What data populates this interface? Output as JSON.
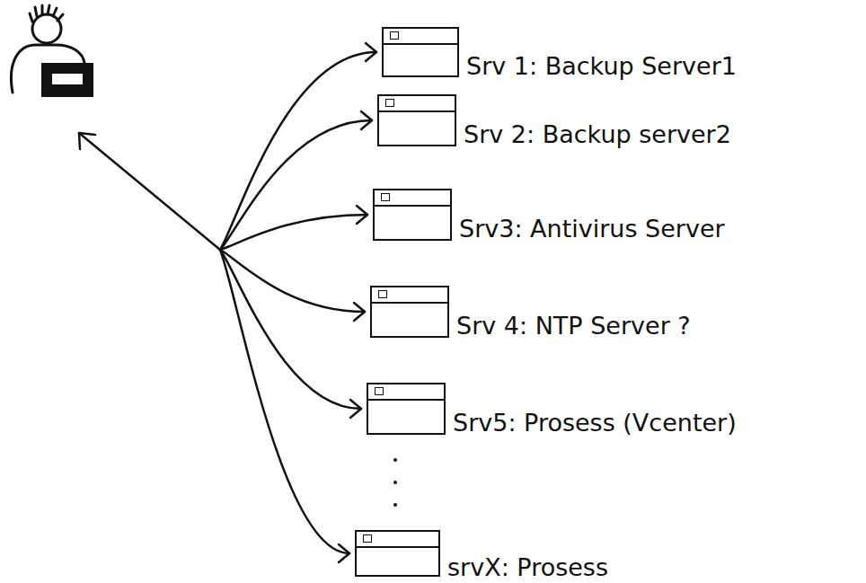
{
  "diagram": {
    "nodes": [
      {
        "text": [
          "Srv 1: Backup Server1"
        ]
      },
      {
        "text": [
          "Srv 2: Backup server2"
        ]
      },
      {
        "text": [
          "Srv3: Antivirus Server"
        ]
      },
      {
        "text": [
          "Srv 4: NTP Server ?"
        ]
      },
      {
        "text": [
          "Srv5: Prosess (Vcenter)"
        ]
      },
      {
        "text": [
          "srvX: Prosess"
        ]
      }
    ]
  }
}
